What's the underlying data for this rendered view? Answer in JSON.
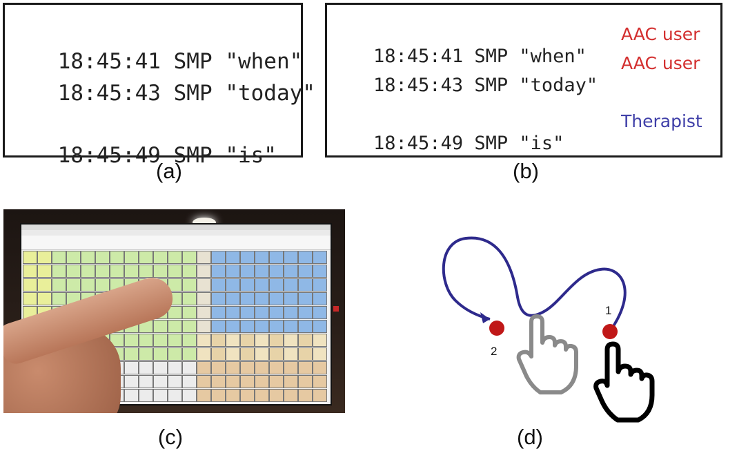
{
  "panel_a": {
    "caption": "(a)",
    "lines": [
      {
        "time": "18:45:41",
        "src": "SMP",
        "word": "\"when\""
      },
      {
        "time": "18:45:43",
        "src": "SMP",
        "word": "\"today\""
      },
      {
        "time": "18:45:49",
        "src": "SMP",
        "word": "\"is\""
      }
    ]
  },
  "panel_b": {
    "caption": "(b)",
    "lines": [
      {
        "time": "18:45:41",
        "src": "SMP",
        "word": "\"when\"",
        "role": "AAC user"
      },
      {
        "time": "18:45:43",
        "src": "SMP",
        "word": "\"today\"",
        "role": "AAC user"
      },
      {
        "time": "18:45:49",
        "src": "SMP",
        "word": "\"is\"",
        "role": "Therapist"
      }
    ]
  },
  "panel_c": {
    "caption": "(c)"
  },
  "panel_d": {
    "caption": "(d)",
    "point_1_label": "1",
    "point_2_label": "2"
  },
  "colors": {
    "aac_user": "#d32f2f",
    "therapist": "#3f3fa8",
    "trajectory": "#2e2a8c",
    "touch_point": "#c01818"
  }
}
